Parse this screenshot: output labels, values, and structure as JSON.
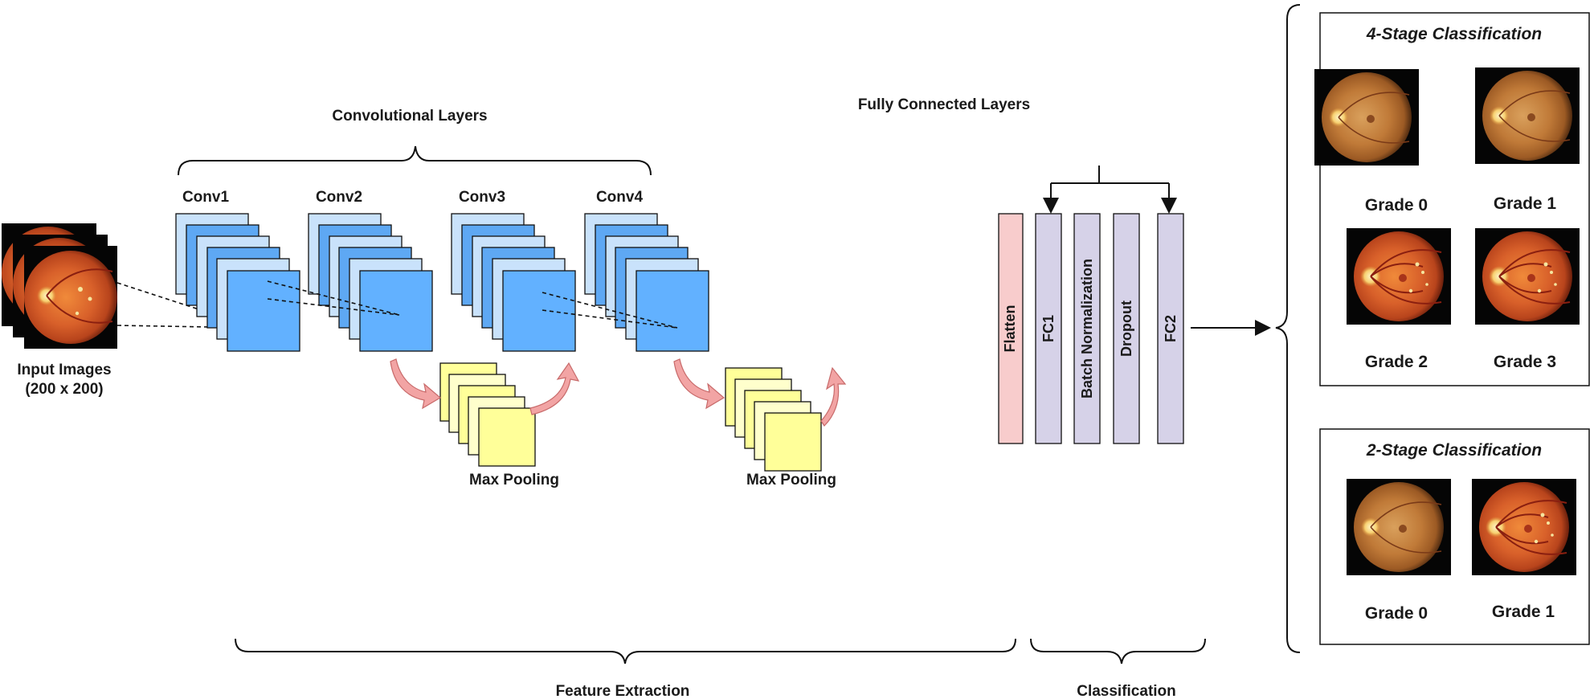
{
  "labels": {
    "input_title": "Input Images",
    "input_size": "(200 x 200)",
    "conv_group": "Convolutional Layers",
    "conv1": "Conv1",
    "conv2": "Conv2",
    "conv3": "Conv3",
    "conv4": "Conv4",
    "maxpool1": "Max Pooling",
    "maxpool2": "Max Pooling",
    "fc_group": "Fully Connected Layers",
    "feature_extraction": "Feature Extraction",
    "classification": "Classification"
  },
  "fc_layers": [
    "Flatten",
    "FC1",
    "Batch Normalization",
    "Dropout",
    "FC2"
  ],
  "stage4": {
    "title": "4-Stage Classification",
    "grades": [
      "Grade 0",
      "Grade 1",
      "Grade 2",
      "Grade 3"
    ]
  },
  "stage2": {
    "title": "2-Stage Classification",
    "grades": [
      "Grade 0",
      "Grade 1"
    ]
  },
  "colors": {
    "conv_light": "#c9e2fb",
    "conv_mid": "#5ea8f3",
    "conv_dark": "#62b1ff",
    "pool": "#ffff99",
    "pool_light": "#ffffcc",
    "flatten": "#f8cccc",
    "fc": "#d6d2e8",
    "arrow_pink": "#f2a4a4",
    "fundus_bright": "#e2722f",
    "fundus_dull": "#b57a3e"
  },
  "icons": {
    "fundus": "retina-fundus-image",
    "curved_arrow": "curved-arrow-icon"
  }
}
